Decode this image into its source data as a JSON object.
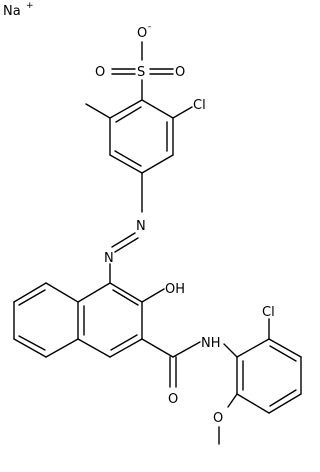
{
  "atoms": {
    "na": "Na",
    "na_charge": "+",
    "sulfur": "S",
    "o_top": "O",
    "o_top_charge": "-",
    "o_left": "O",
    "o_right": "O",
    "cl_top": "Cl",
    "n_azo_1": "N",
    "n_azo_2": "N",
    "hydroxyl": "OH",
    "amide_nh": "NH",
    "amide_o": "O",
    "cl_bottom": "Cl",
    "methoxy_o": "O"
  },
  "colors": {
    "bond": "#000000",
    "text": "#000000",
    "background": "#ffffff"
  }
}
